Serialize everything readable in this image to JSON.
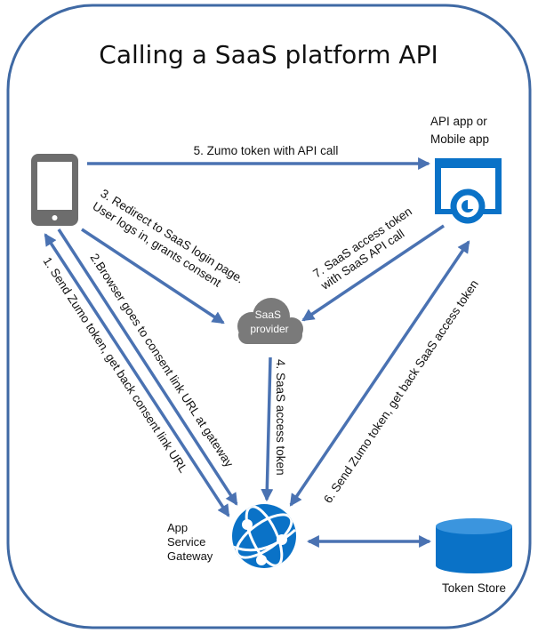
{
  "title": "Calling a SaaS platform API",
  "nodes": {
    "api_app": [
      "API app or",
      "Mobile app"
    ],
    "saas_provider": [
      "SaaS",
      "provider"
    ],
    "gateway": [
      "App",
      "Service",
      "Gateway"
    ],
    "token_store": "Token Store"
  },
  "steps": {
    "s1": "1. Send Zumo token, get back  consent link URL",
    "s2": "2.Browser goes to consent link URL at gateway",
    "s3": [
      "3. Redirect to SaaS login page.",
      "User logs in, grants consent"
    ],
    "s4": "4. SaaS access token",
    "s5": "5. Zumo token with API call",
    "s6": "6. Send Zumo token, get back SaaS access token",
    "s7": [
      "7. SaaS access token",
      "with SaaS API call"
    ]
  },
  "colors": {
    "border": "#3f69a4",
    "arrow": "#4a72b2",
    "device": "#6d6d6d",
    "azure_blue": "#0a72c7",
    "cloud": "#7a7a7a"
  }
}
